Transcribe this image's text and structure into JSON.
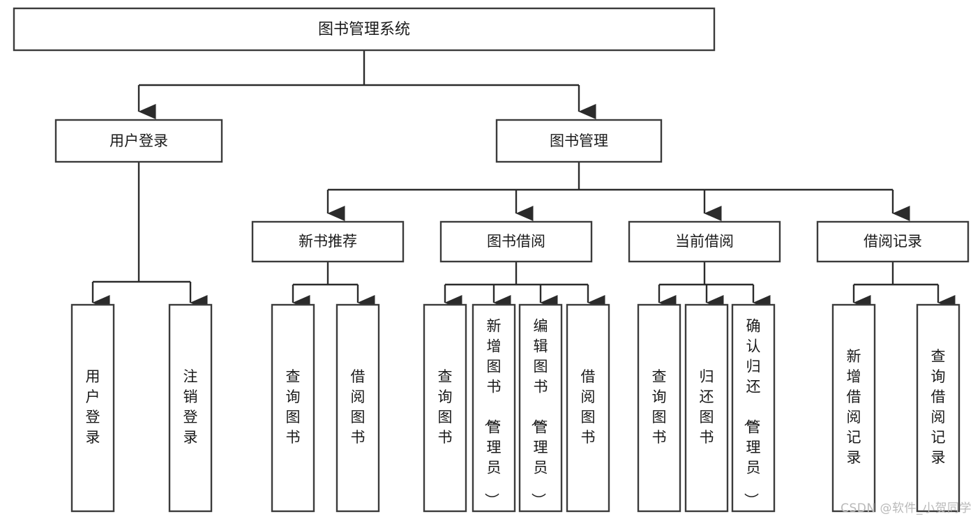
{
  "diagram": {
    "type": "tree",
    "title": "图书管理系统",
    "watermark": "CSDN @软件_小贺同学",
    "colors": {
      "box_stroke": "#3b3b3b",
      "box_fill": "#ffffff",
      "connector": "#2b2b2b",
      "text": "#1a1a1a",
      "watermark": "#b9b9b9",
      "background": "#ffffff"
    },
    "levels": {
      "root": "图书管理系统",
      "level2": [
        "用户登录",
        "图书管理"
      ],
      "level3": [
        "新书推荐",
        "图书借阅",
        "当前借阅",
        "借阅记录"
      ]
    },
    "nodes": {
      "root": {
        "label": "图书管理系统",
        "orientation": "horizontal"
      },
      "user_login": {
        "label": "用户登录",
        "orientation": "horizontal"
      },
      "book_manage": {
        "label": "图书管理",
        "orientation": "horizontal"
      },
      "new_book_recommend": {
        "label": "新书推荐",
        "orientation": "horizontal"
      },
      "book_borrow": {
        "label": "图书借阅",
        "orientation": "horizontal"
      },
      "current_borrow": {
        "label": "当前借阅",
        "orientation": "horizontal"
      },
      "borrow_record": {
        "label": "借阅记录",
        "orientation": "horizontal"
      }
    },
    "leaves": {
      "user_login": [
        {
          "label": "用户登录",
          "orientation": "vertical"
        },
        {
          "label": "注销登录",
          "orientation": "vertical"
        }
      ],
      "new_book_recommend": [
        {
          "label": "查询图书",
          "orientation": "vertical"
        },
        {
          "label": "借阅图书",
          "orientation": "vertical"
        }
      ],
      "book_borrow": [
        {
          "label": "查询图书",
          "orientation": "vertical"
        },
        {
          "label": "新增图书（管理员）",
          "orientation": "vertical"
        },
        {
          "label": "编辑图书（管理员）",
          "orientation": "vertical"
        },
        {
          "label": "借阅图书",
          "orientation": "vertical"
        }
      ],
      "current_borrow": [
        {
          "label": "查询图书",
          "orientation": "vertical"
        },
        {
          "label": "归还图书",
          "orientation": "vertical"
        },
        {
          "label": "确认归还（管理员）",
          "orientation": "vertical"
        }
      ],
      "borrow_record": [
        {
          "label": "新增借阅记录",
          "orientation": "vertical"
        },
        {
          "label": "查询借阅记录",
          "orientation": "vertical"
        }
      ]
    }
  }
}
